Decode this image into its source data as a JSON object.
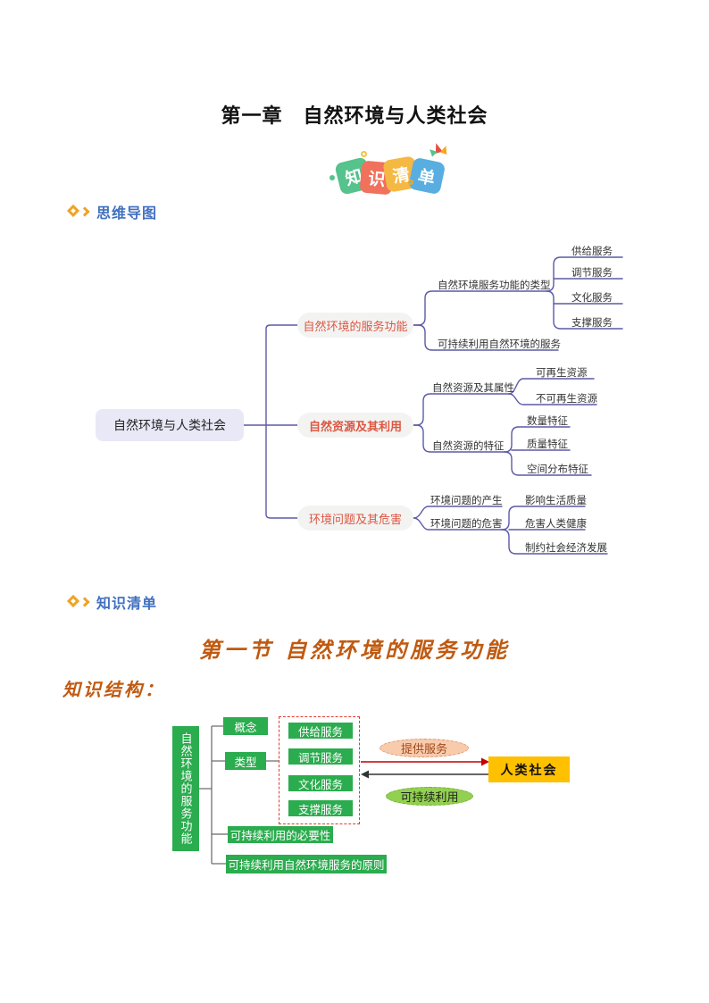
{
  "page": {
    "title": "第一章　自然环境与人类社会"
  },
  "badge": {
    "tiles": [
      {
        "char": "知",
        "color": "#56C28C"
      },
      {
        "char": "识",
        "color": "#F0715C"
      },
      {
        "char": "清",
        "color": "#F5B842"
      },
      {
        "char": "单",
        "color": "#58AEE0"
      }
    ]
  },
  "sections": {
    "mindmap_header": "思维导图",
    "knowledge_header": "知识清单"
  },
  "mindmap": {
    "root": "自然环境与人类社会",
    "branches": [
      {
        "label": "自然环境的服务功能",
        "children": [
          {
            "label": "自然环境服务功能的类型",
            "children": [
              "供给服务",
              "调节服务",
              "文化服务",
              "支撑服务"
            ]
          },
          {
            "label": "可持续利用自然环境的服务"
          }
        ]
      },
      {
        "label": "自然资源及其利用",
        "children": [
          {
            "label": "自然资源及其属性",
            "children": [
              "可再生资源",
              "不可再生资源"
            ]
          },
          {
            "label": "自然资源的特征",
            "children": [
              "数量特征",
              "质量特征",
              "空间分布特征"
            ]
          }
        ]
      },
      {
        "label": "环境问题及其危害",
        "children": [
          {
            "label": "环境问题的产生"
          },
          {
            "label": "环境问题的危害",
            "children": [
              "影响生活质量",
              "危害人类健康",
              "制约社会经济发展"
            ]
          }
        ]
      }
    ]
  },
  "lesson": {
    "heading": "第一节 自然环境的服务功能",
    "subheading": "知识结构：",
    "structure": {
      "root": "自然环境的服务功能",
      "concept": "概念",
      "type": "类型",
      "types": [
        "供给服务",
        "调节服务",
        "文化服务",
        "支撑服务"
      ],
      "necessity": "可持续利用的必要性",
      "principle": "可持续利用自然环境服务的原则",
      "provide_label": "提供服务",
      "sustain_label": "可持续利用",
      "society": "人类社会"
    }
  },
  "colors": {
    "header_blue": "#4170C0",
    "header_icon_orange": "#F0A325",
    "mindmap_line": "#5C5AA6",
    "mindmap_root_fill": "#E9E8F7",
    "mindmap_branch_fill": "#F3F3F2",
    "mindmap_branch_text": "#DC5742",
    "calligraphy_orange": "#C05A11",
    "structure_green": "#2BAC4E",
    "dashed_red": "#E23B2E",
    "society_orange": "#FFC000",
    "provide_fill": "#F8CBAD",
    "sustain_fill": "#92D050",
    "arrow_red": "#C00000",
    "arrow_black": "#333333",
    "tile_green": "#56C28C",
    "tile_red": "#F0715C",
    "tile_yellow": "#F5B842",
    "tile_blue": "#58AEE0"
  }
}
